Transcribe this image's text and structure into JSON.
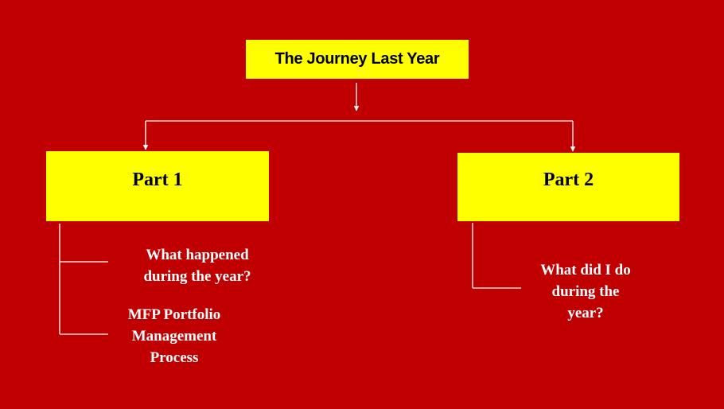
{
  "colors": {
    "background": "#c00000",
    "box_fill": "#ffff00",
    "line": "#ffffff",
    "note_text": "#ffffff",
    "box_text": "#000000"
  },
  "title": "The Journey Last Year",
  "parts": [
    {
      "label": "Part 1",
      "notes": [
        "What happened\nduring the year?",
        "MFP Portfolio\nManagement\nProcess"
      ]
    },
    {
      "label": "Part 2",
      "notes": [
        "What did I do\nduring  the\nyear?"
      ]
    }
  ]
}
